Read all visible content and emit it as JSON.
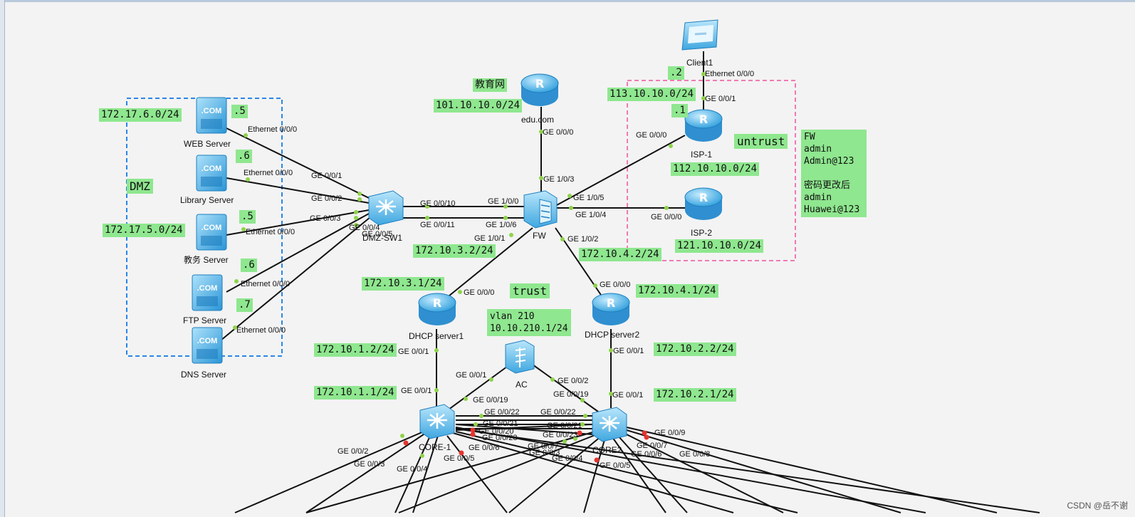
{
  "zones": {
    "dmz": "DMZ",
    "trust": "trust",
    "untrust": "untrust"
  },
  "devices": {
    "web": "WEB Server",
    "library": "Library Server",
    "jiaowu": "教务  Server",
    "ftp": "FTP Server",
    "dns": "DNS Server",
    "dmz_sw": "DMZ-SW1",
    "edu": "edu.com",
    "fw": "FW",
    "isp1": "ISP-1",
    "isp2": "ISP-2",
    "client": "Client1",
    "dhcp1": "DHCP server1",
    "dhcp2": "DHCP server2",
    "ac": "AC",
    "core1": "CORE-1",
    "core2": "CORE2"
  },
  "tags": {
    "net_17_6": "172.17.6.0/24",
    "net_17_5": "172.17.5.0/24",
    "web_ip": ".5",
    "lib_ip": ".6",
    "jw_ip": ".5",
    "ftp_ip": ".6",
    "dns_ip": ".7",
    "edu_label": "教育网",
    "edu_net": "101.10.10.0/24",
    "client_ip": ".2",
    "isp1_top_net": "113.10.10.0/24",
    "isp1_ip": ".1",
    "isp1_net": "112.10.10.0/24",
    "isp2_net": "121.10.10.0/24",
    "fw_3_2": "172.10.3.2/24",
    "fw_4_2": "172.10.4.2/24",
    "dhcp1_3_1": "172.10.3.1/24",
    "dhcp2_4_1": "172.10.4.1/24",
    "vlan": "vlan 210\n10.10.210.1/24",
    "d1_1_2": "172.10.1.2/24",
    "c1_1_1": "172.10.1.1/24",
    "d2_2_2": "172.10.2.2/24",
    "c2_2_1": "172.10.2.1/24",
    "cred": "FW\nadmin\nAdmin@123\n\n密码更改后\nadmin\nHuawei@123"
  },
  "ports": {
    "web_eth": "Ethernet 0/0/0",
    "lib_eth": "Ethernet 0/0/0",
    "jw_eth": "Ethernet 0/0/0",
    "ftp_eth": "Ethernet 0/0/0",
    "dns_eth": "Ethernet 0/0/0",
    "sw_1": "GE 0/0/1",
    "sw_2": "GE 0/0/2",
    "sw_3": "GE 0/0/3",
    "sw_4": "GE 0/0/4",
    "sw_5": "GE 0/0/5",
    "sw_10": "GE 0/0/10",
    "sw_11": "GE 0/0/11",
    "fw_100": "GE 1/0/0",
    "fw_106": "GE 1/0/6",
    "fw_101": "GE 1/0/1",
    "fw_102": "GE 1/0/2",
    "fw_103": "GE 1/0/3",
    "fw_105": "GE 1/0/5",
    "fw_104": "GE 1/0/4",
    "edu_000": "GE 0/0/0",
    "isp1_000": "GE 0/0/0",
    "isp1_001": "GE 0/0/1",
    "isp2_000": "GE 0/0/0",
    "client_eth": "Ethernet 0/0/0",
    "d1_000": "GE 0/0/0",
    "d1_001": "GE 0/0/1",
    "d2_000": "GE 0/0/0",
    "d2_001": "GE 0/0/1",
    "c1_001": "GE 0/0/1",
    "c2_001": "GE 0/0/1",
    "ac_001": "GE 0/0/1",
    "ac_002": "GE 0/0/2",
    "c1_019": "GE 0/0/19",
    "c2_019": "GE 0/0/19",
    "c1_022": "GE 0/0/22",
    "c2_022": "GE 0/0/22",
    "c1_021": "GE 0/0/21",
    "c2_021": "GE 0/0/21",
    "c1_023": "GE 0/0/23",
    "c2_023": "GE 0/0/23",
    "c1_020": "GE 0/0/20",
    "c1_002": "GE 0/0/2",
    "c1_003": "GE 0/0/3",
    "c1_004": "GE 0/0/4",
    "c1_005": "GE 0/0/5",
    "c1_006": "GE 0/0/6",
    "c1_007": "GE 0/0/7",
    "c2_003": "GE 0/0/3",
    "c2_004": "GE 0/0/4",
    "c2_005": "GE 0/0/5",
    "c2_006": "GE 0/0/6",
    "c2_007": "GE 0/0/7",
    "c2_008": "GE 0/0/8",
    "c2_009": "GE 0/0/9"
  },
  "watermark": "CSDN @岳不谢",
  "colors": {
    "tag_bg": "#8fe78f",
    "dmz_border": "#2a86e8",
    "untrust_border": "#f07ab4",
    "device_blue": "#3aa6e0",
    "link_up": "#8fd34a",
    "link_down": "#e8332e"
  },
  "icons": {
    "server": "server-icon",
    "router": "router-icon",
    "switch": "switch-icon",
    "firewall": "firewall-icon",
    "pc": "pc-icon",
    "ac": "access-controller-icon"
  }
}
